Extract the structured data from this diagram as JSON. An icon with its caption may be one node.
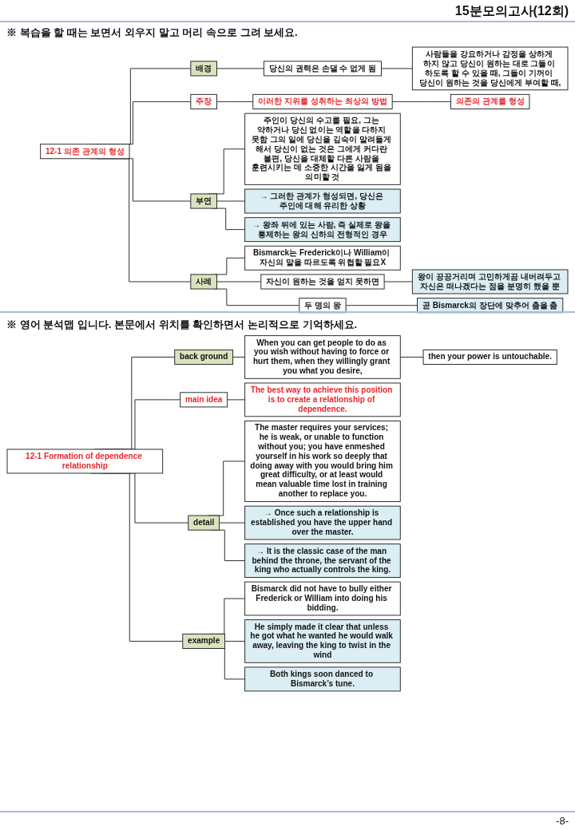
{
  "diagram": {
    "title": "15분모의고사(12회)",
    "nodes": [
      {
        "text": [
          "12-1 의존 관계의 형성"
        ]
      },
      {
        "text": [
          "배경"
        ]
      },
      {
        "text": [
          "당신의 권력은 손댈 수 없게 됨"
        ]
      },
      {
        "text": [
          "사람들을 강요하거나 감정을 상하게 하지 않고 당신이 원하는 대로 그들이 하도록 할 수 있을 때, 그들이 기꺼이 당신이 원하는 것을 당신에게 부여할 때,"
        ]
      },
      {
        "text": [
          "주장"
        ]
      },
      {
        "text": [
          "이러한 지위를 성취하는 최상의 방법"
        ]
      },
      {
        "text": [
          "의존의 관계를 형성"
        ]
      },
      {
        "text": [
          "부연"
        ]
      },
      {
        "text": [
          "주인이 당신의 수고를 필요, 그는 약하거나 당신 없이는 역할을 다하지 못함 그의 일에 당신을 깊숙이 말려들게 해서 당신이 없는 것은 그에게 커다란 불편, 당신을 대체할 다른 사람을 훈련시키는 데 소중한 시간을 잃게 됨을 의미할 것"
        ]
      },
      {
        "text": [
          "→ 그러한 관계가 형성되면, 당신은 주인에 대해 유리한 상황"
        ]
      },
      {
        "text": [
          "→ 왕좌 뒤에 있는 사람, 즉 실제로 왕을 통제하는 왕의 신하의 전형적인 경우"
        ]
      },
      {
        "text": [
          "사례"
        ]
      },
      {
        "text": [
          "Bismarck는 Frederick이나 William이 자신의 말을 따르도록 위협할 필요X"
        ]
      },
      {
        "text": [
          "자신이 원하는 것을 얻지 못하면"
        ]
      },
      {
        "text": [
          "왕이 끙끙거리며 고민하게끔 내버려두고 자신은 떠나겠다는 점을 분명히 했을 뿐"
        ]
      },
      {
        "text": [
          "두 명의 왕"
        ]
      },
      {
        "text": [
          "곧 Bismarck의 장단에 맞추어 춤을 춤"
        ]
      },
      {
        "text": [
          "12-1 Formation of dependence relationship"
        ]
      },
      {
        "text": [
          "back ground"
        ]
      },
      {
        "text": [
          "When you can get people to do as you wish without having to force or hurt them, when they willingly grant you what you desire,"
        ]
      },
      {
        "text": [
          "then your power is untouchable."
        ]
      },
      {
        "text": [
          "main idea"
        ]
      },
      {
        "text": [
          "The best way to achieve this position is to create a relationship of dependence."
        ]
      },
      {
        "text": [
          "detail"
        ]
      },
      {
        "text": [
          "The master requires your services; he is weak, or unable to function without you; you have enmeshed yourself in his work so deeply that doing away with you would bring him great difficulty, or at least would mean valuable time lost in training another to replace you."
        ]
      },
      {
        "text": [
          "→ Once such a relationship is established you have the upper hand over the master."
        ]
      },
      {
        "text": [
          "→ It is the classic case of the man behind the throne, the servant of the king who actually controls the king."
        ]
      },
      {
        "text": [
          "example"
        ]
      },
      {
        "text": [
          "Bismarck did not have to bully either Frederick or William into doing his bidding."
        ]
      },
      {
        "text": [
          "He simply made it clear that unless he got what he wanted he would walk away, leaving the king to twist in the wind"
        ]
      },
      {
        "text": [
          "Both kings soon danced to Bismarck’s tune."
        ]
      }
    ],
    "edges": [
      {
        "from": 0,
        "to": 1,
        "arrow": "none"
      },
      {
        "from": 1,
        "to": 2,
        "arrow": "none"
      },
      {
        "from": 2,
        "to": 3,
        "arrow": "none"
      },
      {
        "from": 0,
        "to": 4,
        "arrow": "none"
      },
      {
        "from": 4,
        "to": 5,
        "arrow": "none"
      },
      {
        "from": 5,
        "to": 6,
        "arrow": "none"
      },
      {
        "from": 0,
        "to": 7,
        "arrow": "none"
      },
      {
        "from": 7,
        "to": 8,
        "arrow": "none"
      },
      {
        "from": 7,
        "to": 9,
        "arrow": "none"
      },
      {
        "from": 7,
        "to": 10,
        "arrow": "none"
      },
      {
        "from": 0,
        "to": 11,
        "arrow": "none"
      },
      {
        "from": 11,
        "to": 12,
        "arrow": "none"
      },
      {
        "from": 11,
        "to": 13,
        "arrow": "none"
      },
      {
        "from": 13,
        "to": 14,
        "arrow": "none"
      },
      {
        "from": 11,
        "to": 15,
        "arrow": "none"
      },
      {
        "from": 15,
        "to": 16,
        "arrow": "none"
      },
      {
        "from": 17,
        "to": 18,
        "arrow": "none"
      },
      {
        "from": 18,
        "to": 19,
        "arrow": "none"
      },
      {
        "from": 19,
        "to": 20,
        "arrow": "none"
      },
      {
        "from": 17,
        "to": 21,
        "arrow": "none"
      },
      {
        "from": 21,
        "to": 22,
        "arrow": "none"
      },
      {
        "from": 17,
        "to": 23,
        "arrow": "none"
      },
      {
        "from": 23,
        "to": 24,
        "arrow": "none"
      },
      {
        "from": 23,
        "to": 25,
        "arrow": "none"
      },
      {
        "from": 23,
        "to": 26,
        "arrow": "none"
      },
      {
        "from": 17,
        "to": 27,
        "arrow": "none"
      },
      {
        "from": 27,
        "to": 28,
        "arrow": "none"
      },
      {
        "from": 27,
        "to": 29,
        "arrow": "none"
      },
      {
        "from": 27,
        "to": 30,
        "arrow": "none"
      }
    ],
    "labels": [
      "※ 복습을 할 때는 보면서 외우지 말고 머리 속으로 그려 보세요.",
      "※ 영어 분석맵 입니다. 본문에서 위치를 확인하면서 논리적으로 기억하세요.",
      "-8-"
    ]
  }
}
